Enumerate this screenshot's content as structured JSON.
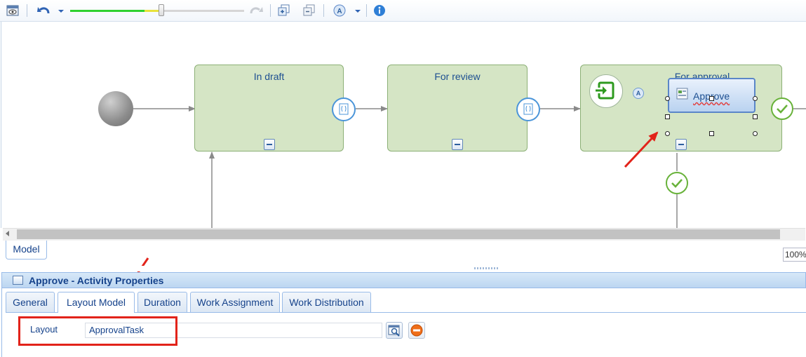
{
  "toolbar": {
    "icons": [
      "preview-eye-icon",
      "undo-icon",
      "undo-dropdown-icon",
      "redo-icon",
      "expand-all-icon",
      "collapse-all-icon",
      "label-a-icon",
      "label-dropdown-icon",
      "info-icon"
    ],
    "zoom_slider_level_percent": 53
  },
  "diagram": {
    "states": [
      {
        "title": "In draft"
      },
      {
        "title": "For review"
      },
      {
        "title": "For approval"
      }
    ],
    "activity": {
      "label": "Approve",
      "icon": "task-form-icon"
    },
    "entry_badge": "A",
    "colors": {
      "state_fill": "#d5e5c5",
      "state_border": "#8cb076",
      "start_node": "#8c8c8c",
      "selected_task": "#b9d2f0",
      "annotation_red": "#e2231a",
      "check_green": "#68b23a"
    }
  },
  "bottom_tabs": {
    "model_tab": "Model",
    "zoom_level": "100%"
  },
  "properties": {
    "title": "Approve - Activity Properties",
    "tabs": [
      {
        "label": "General",
        "active": false
      },
      {
        "label": "Layout Model",
        "active": true
      },
      {
        "label": "Duration",
        "active": false
      },
      {
        "label": "Work Assignment",
        "active": false
      },
      {
        "label": "Work Distribution",
        "active": false
      }
    ],
    "layout_field": {
      "label": "Layout",
      "value": "ApprovalTask"
    }
  }
}
